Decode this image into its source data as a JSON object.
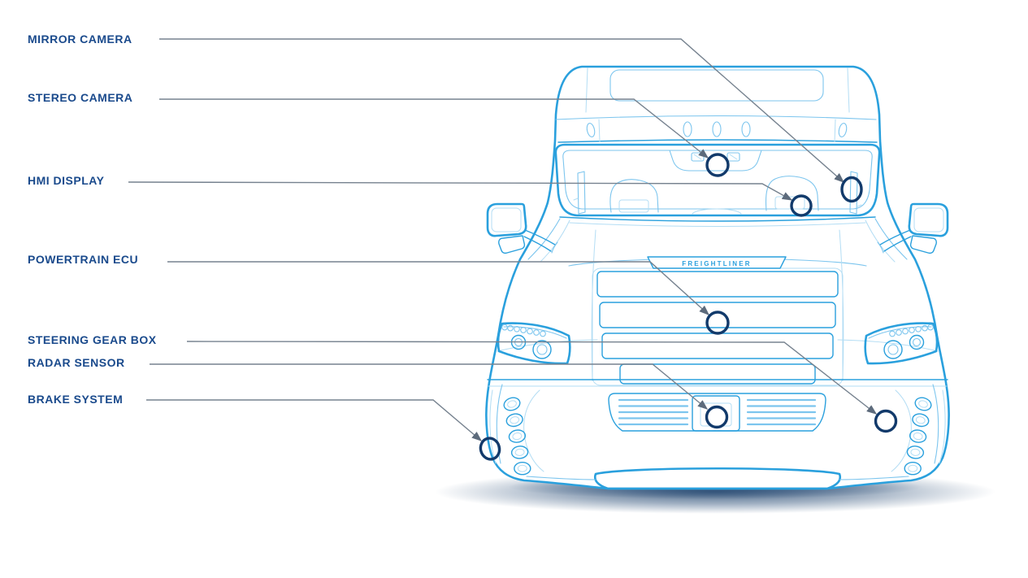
{
  "diagram": {
    "subject": "autonomous-truck-front-blueprint",
    "brand_plate": "FREIGHTLINER",
    "colors": {
      "line_blue": "#2aa0dd",
      "line_blue_light": "#7cc5ee",
      "line_blue_faint": "#b3ddf4",
      "label_navy": "#1a4a8c",
      "leader_gray": "#76828f",
      "marker_navy": "#123a6b",
      "shadow_navy": "#2c4f78",
      "background": "#ffffff"
    },
    "callouts": [
      {
        "id": "mirror-camera",
        "label": "MIRROR CAMERA"
      },
      {
        "id": "stereo-camera",
        "label": "STEREO CAMERA"
      },
      {
        "id": "hmi-display",
        "label": "HMI DISPLAY"
      },
      {
        "id": "powertrain-ecu",
        "label": "POWERTRAIN ECU"
      },
      {
        "id": "steering-gear-box",
        "label": "STEERING GEAR BOX"
      },
      {
        "id": "radar-sensor",
        "label": "RADAR SENSOR"
      },
      {
        "id": "brake-system",
        "label": "BRAKE SYSTEM"
      }
    ]
  }
}
